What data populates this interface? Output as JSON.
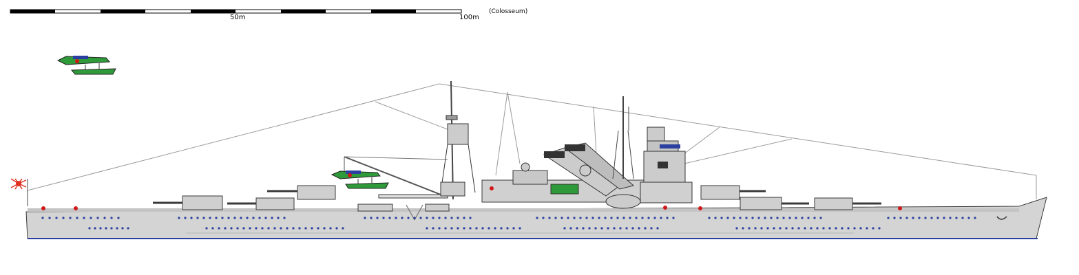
{
  "scale_bar": {
    "label_mid": "50m",
    "label_end": "100m"
  },
  "credit": "(Colosseum)",
  "colors": {
    "hull": "#d4d4d4",
    "outline": "#3a3a3a",
    "portholes": "#2a3fa0",
    "waterline": "#2a3fa0",
    "aircraft_green": "#2f9a3a",
    "aircraft_blue": "#2a3fa0",
    "hinomaru": "#d01818",
    "ensign_red": "#e03020"
  },
  "icons": [
    "floatplane-icon",
    "rising-sun-ensign-icon"
  ]
}
